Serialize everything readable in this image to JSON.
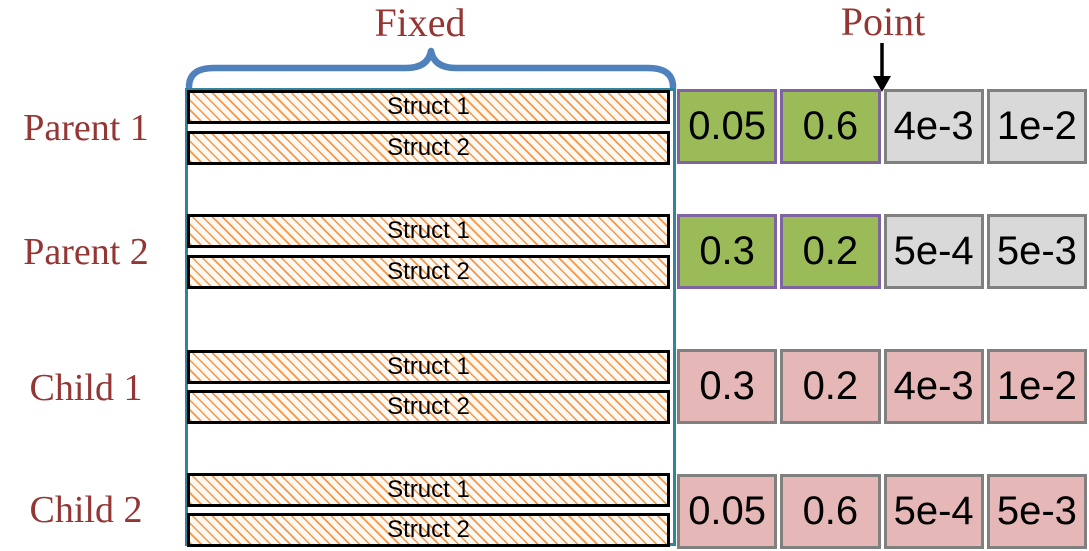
{
  "diagram": {
    "fixed_label": "Fixed",
    "point_label": "Point"
  },
  "colors": {
    "maroon": "#943634",
    "teal": "#31849B",
    "brace-blue": "#4F81BD",
    "arrow-black": "#000000",
    "hatch-orange": "#F79646",
    "hatch-bg": "#FDF8F2",
    "evolve-bg": "#9BBB59",
    "evolve-border": "#8064A2",
    "fixedv-bg": "#D9D9D9",
    "fixedv-border": "#808080",
    "child-bg": "#E5B8B7",
    "child-border": "#808080"
  },
  "rows": [
    {
      "label": "Parent 1",
      "structs": [
        "Struct 1",
        "Struct 2"
      ],
      "cells": [
        {
          "value": "0.05",
          "kind": "evolve"
        },
        {
          "value": "0.6",
          "kind": "evolve"
        },
        {
          "value": "4e-3",
          "kind": "fixed"
        },
        {
          "value": "1e-2",
          "kind": "fixed"
        }
      ]
    },
    {
      "label": "Parent 2",
      "structs": [
        "Struct 1",
        "Struct 2"
      ],
      "cells": [
        {
          "value": "0.3",
          "kind": "evolve"
        },
        {
          "value": "0.2",
          "kind": "evolve"
        },
        {
          "value": "5e-4",
          "kind": "fixed"
        },
        {
          "value": "5e-3",
          "kind": "fixed"
        }
      ]
    },
    {
      "label": "Child 1",
      "structs": [
        "Struct 1",
        "Struct 2"
      ],
      "cells": [
        {
          "value": "0.3",
          "kind": "child"
        },
        {
          "value": "0.2",
          "kind": "child"
        },
        {
          "value": "4e-3",
          "kind": "child"
        },
        {
          "value": "1e-2",
          "kind": "child"
        }
      ]
    },
    {
      "label": "Child 2",
      "structs": [
        "Struct 1",
        "Struct 2"
      ],
      "cells": [
        {
          "value": "0.05",
          "kind": "child"
        },
        {
          "value": "0.6",
          "kind": "child"
        },
        {
          "value": "5e-4",
          "kind": "child"
        },
        {
          "value": "5e-3",
          "kind": "child"
        }
      ]
    }
  ]
}
